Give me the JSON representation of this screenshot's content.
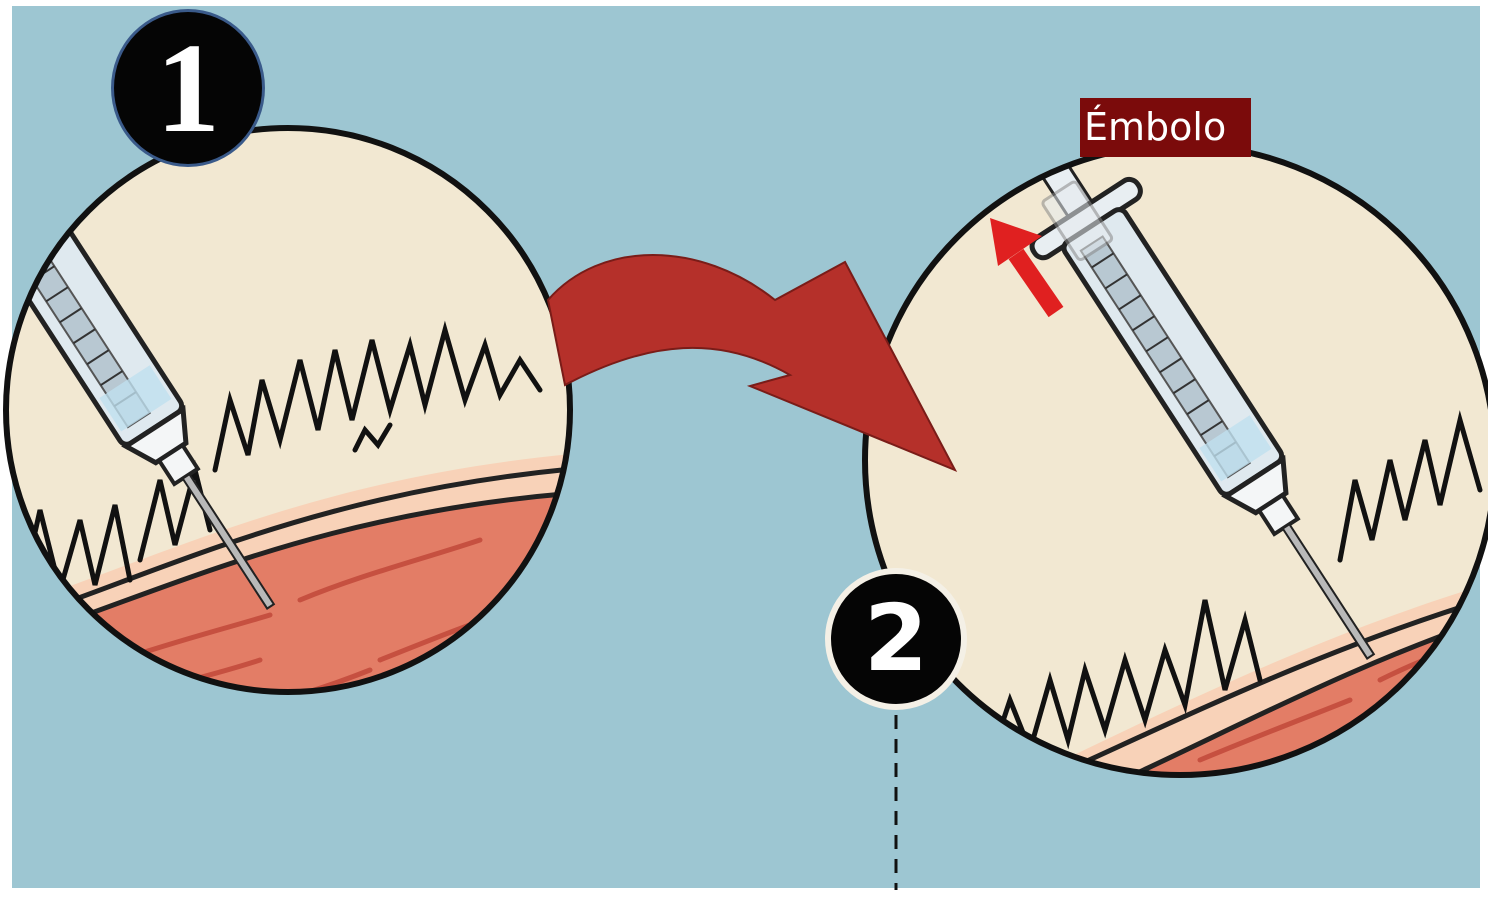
{
  "figure": {
    "step_one_label": "1",
    "step_two_label": "2",
    "plunger_label": "Émbolo"
  },
  "colors": {
    "background": "#9dc6d2",
    "skin": "#f2e8d2",
    "muscle": "#e37d66",
    "arrow": "#b5302a",
    "pull_arrow": "#e02020",
    "label_bg": "#7b0b0b"
  },
  "icons": [
    "syringe-icon",
    "hair-icon",
    "curved-arrow-icon",
    "up-arrow-icon"
  ]
}
